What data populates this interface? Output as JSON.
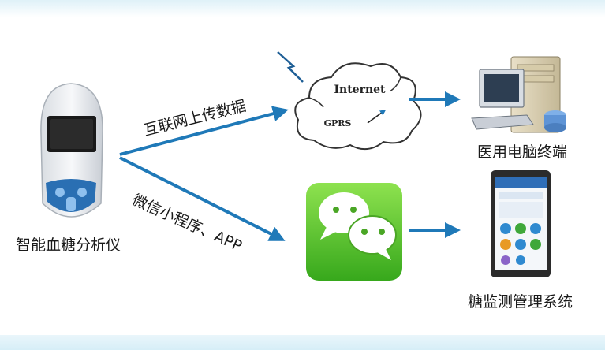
{
  "labels": {
    "device": "智能血糖分析仪",
    "upload": "互联网上传数据",
    "wechat": "微信小程序、APP",
    "pc": "医用电脑终端",
    "system": "糖监测管理系统"
  },
  "cloud": {
    "internet": "Internet",
    "gprs": "GPRS"
  },
  "colors": {
    "arrow": "#1f79b8",
    "wechat_green": "#5ec32c",
    "device_blue": "#2a6fb3"
  }
}
